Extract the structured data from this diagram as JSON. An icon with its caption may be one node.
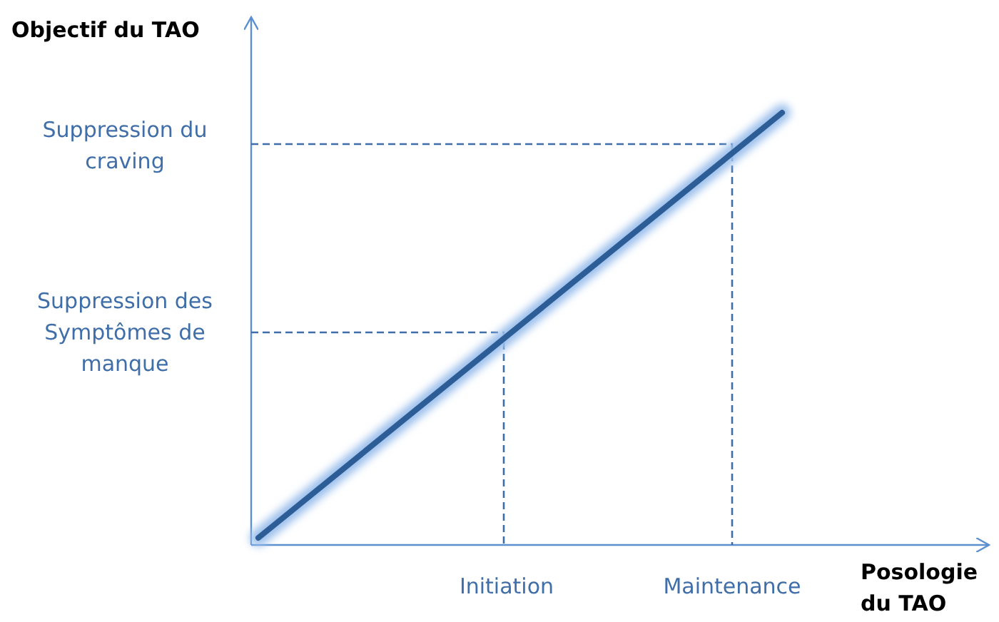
{
  "diagram": {
    "labels": [
      "Objectif du TAO",
      "Suppression du craving",
      "Suppression des Symptômes de manque",
      "Initiation",
      "Maintenance",
      "Posologie du TAO"
    ]
  }
}
